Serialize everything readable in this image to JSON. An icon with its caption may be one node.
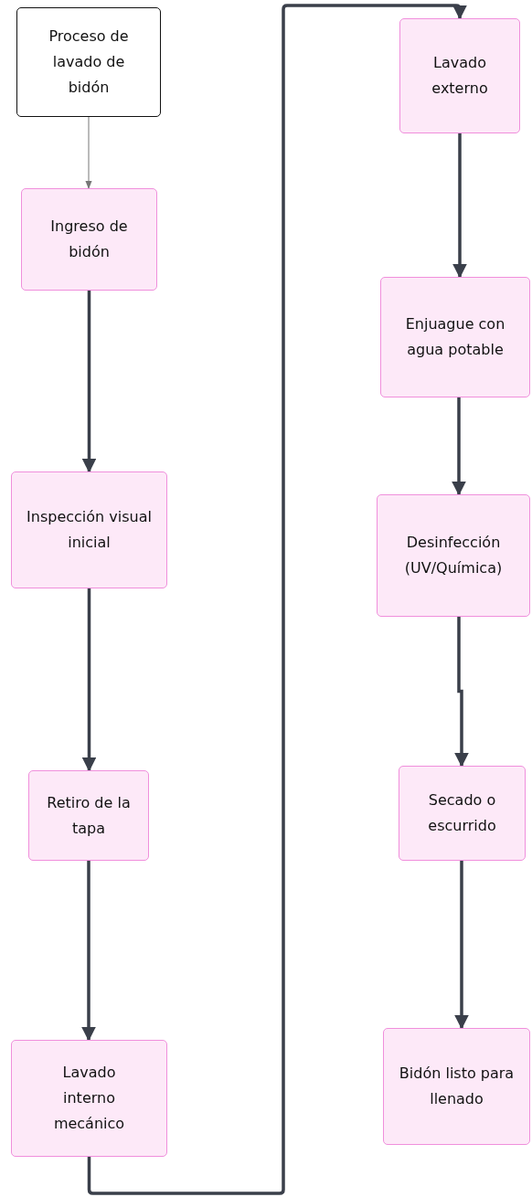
{
  "diagram": {
    "nodes": [
      {
        "text": [
          "Proceso de lavado de bidón"
        ]
      },
      {
        "text": [
          "Ingreso de bidón"
        ]
      },
      {
        "text": [
          "Inspección visual inicial"
        ]
      },
      {
        "text": [
          "Retiro de la tapa"
        ]
      },
      {
        "text": [
          "Lavado interno mecánico"
        ]
      },
      {
        "text": [
          "Lavado externo"
        ]
      },
      {
        "text": [
          "Enjuague con agua potable"
        ]
      },
      {
        "text": [
          "Desinfección (UV/Química)"
        ]
      },
      {
        "text": [
          "Secado o escurrido"
        ]
      },
      {
        "text": [
          "Bidón listo para llenado"
        ]
      }
    ],
    "edges": [
      {
        "from": 0,
        "to": 1,
        "arrow": "to",
        "color": "#777777"
      },
      {
        "from": 1,
        "to": 2,
        "arrow": "to"
      },
      {
        "from": 2,
        "to": 3,
        "arrow": "to"
      },
      {
        "from": 3,
        "to": 4,
        "arrow": "to"
      },
      {
        "from": 4,
        "to": 5,
        "arrow": "to"
      },
      {
        "from": 5,
        "to": 6,
        "arrow": "to"
      },
      {
        "from": 6,
        "to": 7,
        "arrow": "to"
      },
      {
        "from": 7,
        "to": 8,
        "arrow": "to"
      },
      {
        "from": 8,
        "to": 9,
        "arrow": "to"
      }
    ]
  }
}
